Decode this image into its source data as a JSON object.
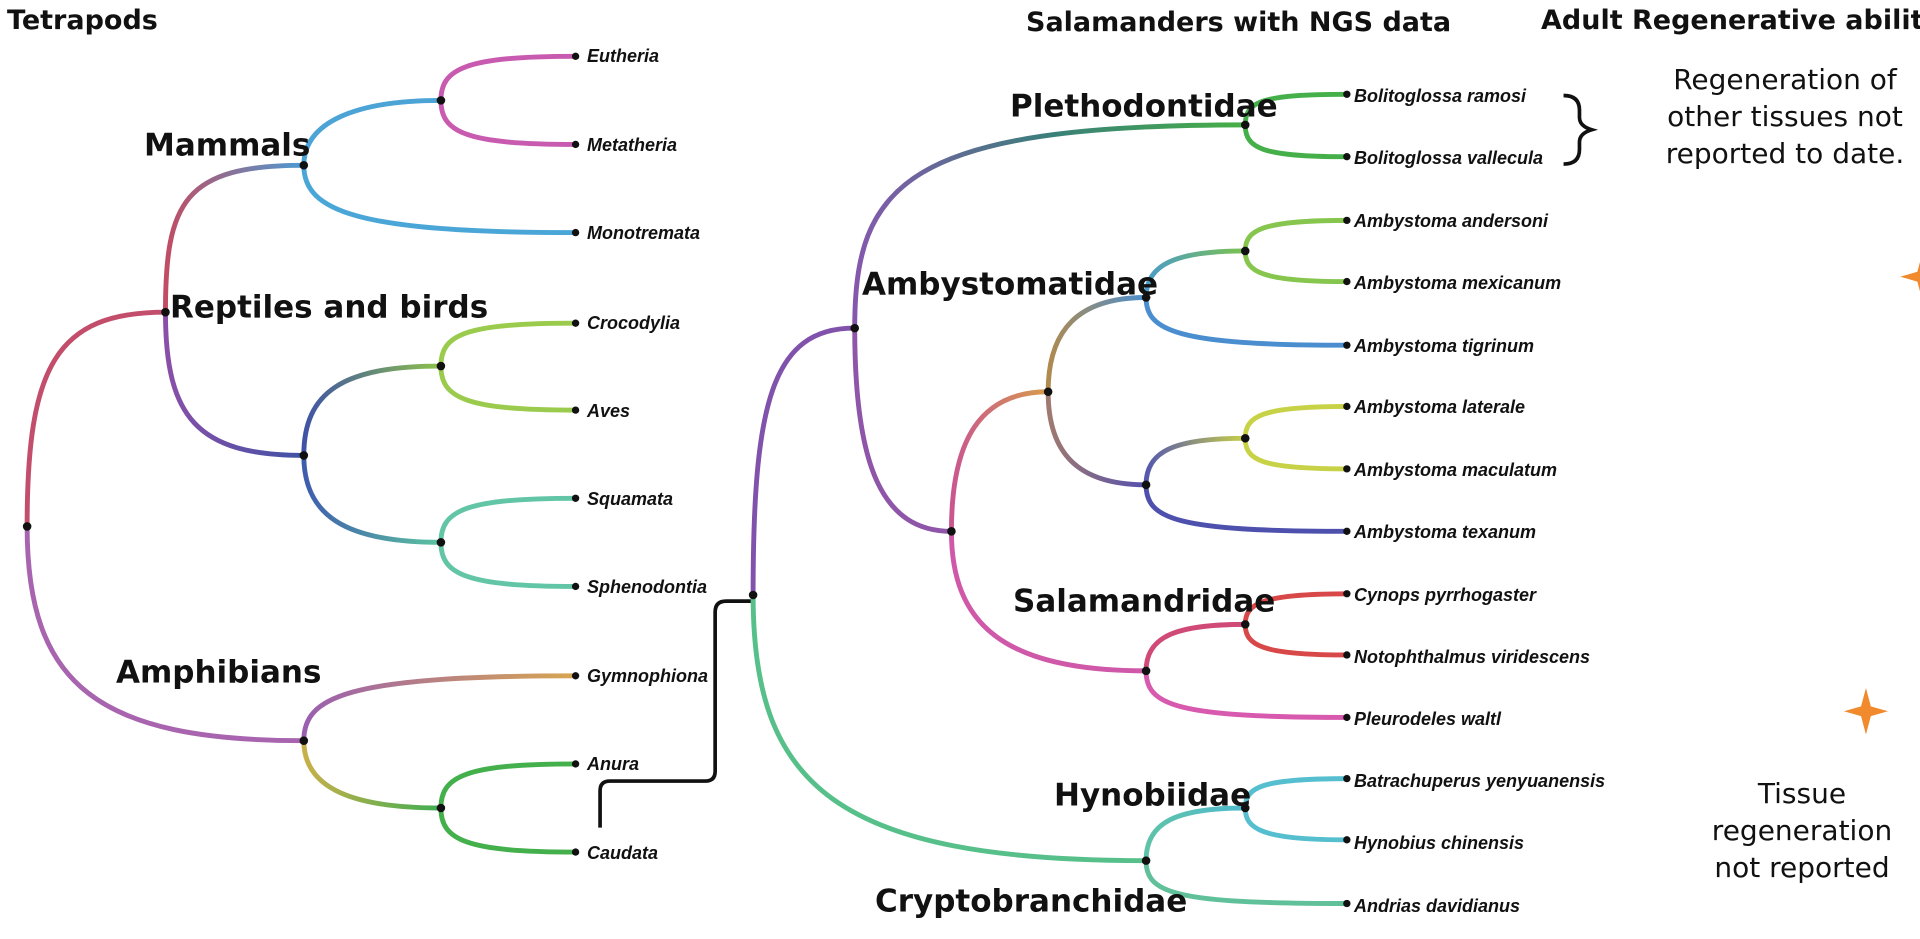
{
  "headers": {
    "tetrapods": "Tetrapods",
    "ngs": "Salamanders with NGS data",
    "regen": "Adult Regenerative ability"
  },
  "groups": {
    "mammals": "Mammals",
    "reptiles": "Reptiles and birds",
    "amphibians": "Amphibians",
    "plethodontidae": "Plethodontidae",
    "ambystomatidae": "Ambystomatidae",
    "salamandridae": "Salamandridae",
    "hynobiidae": "Hynobiidae",
    "cryptobranchidae": "Cryptobranchidae"
  },
  "tetrapod_taxa": [
    "Eutheria",
    "Metatheria",
    "Monotremata",
    "Crocodylia",
    "Aves",
    "Squamata",
    "Sphenodontia",
    "Gymnophiona",
    "Anura",
    "Caudata"
  ],
  "salamander_taxa": [
    "Bolitoglossa ramosi",
    "Bolitoglossa vallecula",
    "Ambystoma andersoni",
    "Ambystoma mexicanum",
    "Ambystoma tigrinum",
    "Ambystoma laterale",
    "Ambystoma maculatum",
    "Ambystoma texanum",
    "Cynops pyrrhogaster",
    "Notophthalmus viridescens",
    "Pleurodeles waltl",
    "Batrachuperus yenyuanensis",
    "Hynobius chinensis",
    "Andrias davidianus"
  ],
  "notes": {
    "plethodontidae": "Regeneration of other tissues not reported to date.",
    "hynobiidae": "Tissue regeneration not  reported"
  },
  "icons": {
    "star": "four-point-star-icon",
    "heart": "heart-icon",
    "limb": "limb-hand-icon",
    "spinal_cord": "spinal-cord-icon",
    "eye": "eye-icon"
  },
  "colors": {
    "star": "#F08A2C",
    "node": "#111111",
    "magenta": "#C24FA6",
    "blue": "#49A8D6",
    "green": "#47B04B",
    "orange": "#D9A24D",
    "red": "#D4444A",
    "purple": "#7E55AE"
  }
}
